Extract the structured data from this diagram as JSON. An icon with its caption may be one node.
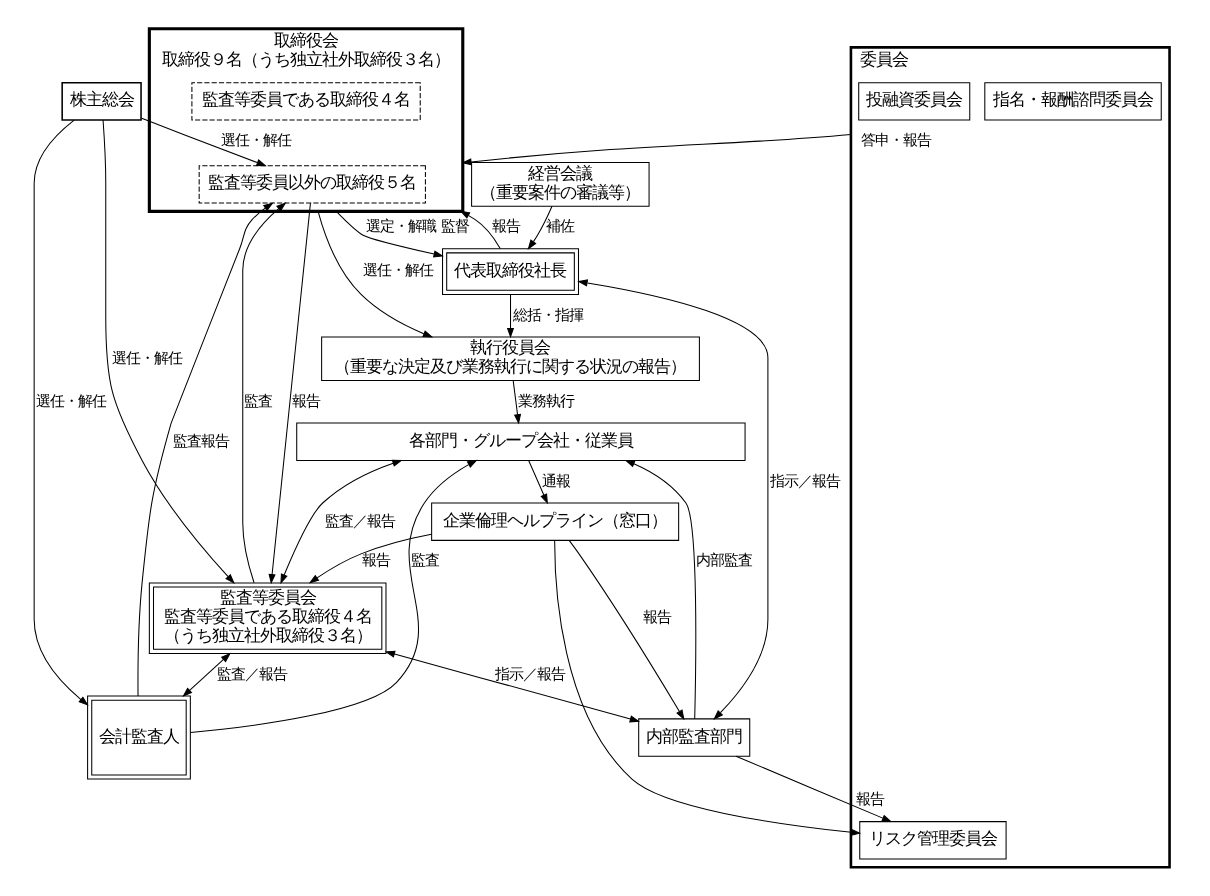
{
  "diagram": {
    "nodes": [
      {
        "text": [
          "株主総会"
        ]
      },
      {
        "text": [
          "取締役会",
          "取締役９名（うち独立社外取締役３名）"
        ]
      },
      {
        "text": [
          "監査等委員以外の取締役５名"
        ],
        "in": 1
      },
      {
        "text": [
          "監査等委員である取締役４名"
        ],
        "in": 1
      },
      {
        "text": [
          "代表取締役社長"
        ]
      },
      {
        "text": [
          "監査等委員会",
          "監査等委員である取締役４名（うち独立社外取締役３名）"
        ]
      },
      {
        "text": [
          "会計監査人"
        ]
      },
      {
        "text": [
          "経営会議",
          "（重要案件の審議等）"
        ]
      },
      {
        "text": [
          "執行役員会",
          "（重要な決定及び業務執行に関する状況の報告）"
        ]
      },
      {
        "text": [
          "委員会"
        ]
      },
      {
        "text": [
          "指名・報酬諮問委員会"
        ],
        "in": 9
      },
      {
        "text": [
          "リスク管理委員会"
        ],
        "in": 9
      },
      {
        "text": [
          "投融資委員会"
        ],
        "in": 9
      },
      {
        "text": [
          "内部監査部門"
        ]
      },
      {
        "text": [
          "企業倫理ヘルプライン（窓口）"
        ]
      },
      {
        "text": [
          "各部門・グループ会社・従業員"
        ]
      }
    ],
    "edges": [
      {
        "from": 0,
        "to": 2,
        "arrow": "to",
        "label": "選任・解任"
      },
      {
        "from": 0,
        "to": 5,
        "arrow": "to",
        "label": "選任・解任"
      },
      {
        "from": 0,
        "to": 6,
        "arrow": "to",
        "label": "選任・解任"
      },
      {
        "from": 4,
        "to": 1,
        "arrow": "to",
        "label": "報告"
      },
      {
        "from": 1,
        "to": 4,
        "arrow": "to",
        "label": "選定・解職 監督"
      },
      {
        "from": 2,
        "to": 5,
        "arrow": "to",
        "label": "報告"
      },
      {
        "from": 5,
        "to": 2,
        "arrow": "to",
        "label": "監査"
      },
      {
        "from": 6,
        "to": 2,
        "arrow": "to",
        "label": "監査報告"
      },
      {
        "from": 5,
        "to": 6,
        "arrow": "both",
        "label": "監査／報告"
      },
      {
        "from": 7,
        "to": 4,
        "arrow": "to",
        "label": "補佐"
      },
      {
        "from": 4,
        "to": 8,
        "arrow": "to",
        "label": "総括・指揮"
      },
      {
        "from": 1,
        "to": 8,
        "arrow": "to",
        "label": "選任・解任"
      },
      {
        "from": 9,
        "to": 1,
        "arrow": "to",
        "label": "答申・報告"
      },
      {
        "from": 4,
        "to": 13,
        "arrow": "both",
        "label": "指示／報告"
      },
      {
        "from": 5,
        "to": 13,
        "arrow": "both",
        "label": "指示／報告"
      },
      {
        "from": 14,
        "to": 5,
        "arrow": "to",
        "label": "報告"
      },
      {
        "from": 14,
        "to": 11,
        "arrow": "to"
      },
      {
        "from": 13,
        "to": 11,
        "arrow": "to",
        "label": "報告"
      },
      {
        "from": 14,
        "to": 13,
        "arrow": "to",
        "label": "報告"
      },
      {
        "from": 5,
        "to": 15,
        "arrow": "both",
        "label": "監査／報告"
      },
      {
        "from": 6,
        "to": 15,
        "arrow": "to",
        "label": "監査"
      },
      {
        "from": 13,
        "to": 15,
        "arrow": "to",
        "label": "内部監査"
      },
      {
        "from": 15,
        "to": 14,
        "arrow": "to",
        "label": "通報"
      },
      {
        "from": 8,
        "to": 15,
        "arrow": "to",
        "label": "業務執行"
      }
    ]
  }
}
